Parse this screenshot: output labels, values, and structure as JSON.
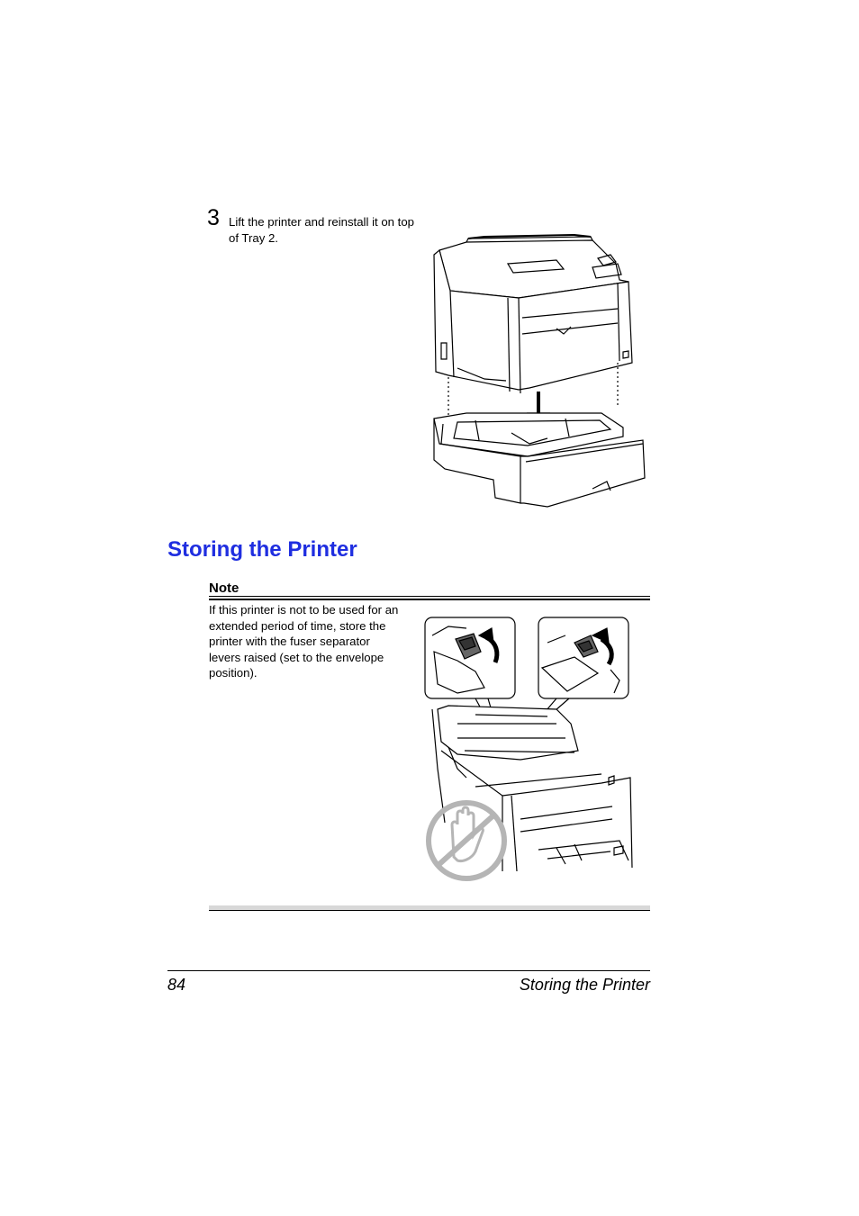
{
  "step": {
    "number": "3",
    "text": "Lift the printer and reinstall it on top of Tray 2."
  },
  "section": {
    "title": "Storing the Printer"
  },
  "note": {
    "label": "Note",
    "text": "If this printer is not to be used for an extended period of time, store the printer with the fuser separator levers raised (set to the envelope position)."
  },
  "footer": {
    "page_number": "84",
    "title": "Storing the Printer"
  },
  "colors": {
    "heading": "#1f2ee0"
  },
  "icons": [
    "printer-tray-illustration",
    "fuser-lever-illustration",
    "no-touch-hand-icon"
  ]
}
